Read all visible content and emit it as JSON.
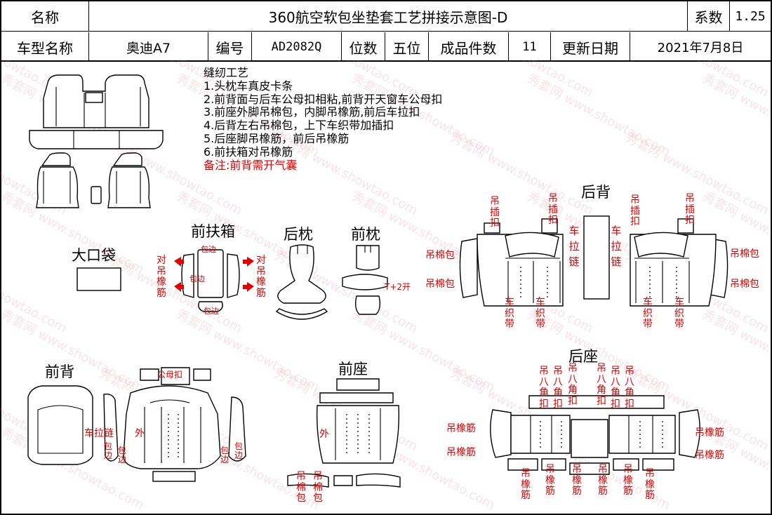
{
  "header": {
    "name_label": "名称",
    "title": "360航空软包坐垫套工艺拼接示意图-D",
    "coef_label": "系数",
    "coef_value": "1.25",
    "model_label": "车型名称",
    "model_value": "奥迪A7",
    "code_label": "编号",
    "code_value": "AD2082Q",
    "seats_label": "位数",
    "seats_value": "五位",
    "pieces_label": "成品件数",
    "pieces_value": "11",
    "date_label": "更新日期",
    "date_value": "2021年7月8日"
  },
  "notes": {
    "title": "缝纫工艺",
    "lines": [
      "1.头枕车真皮卡条",
      "2.前背面与后车公母扣相粘,前背开天窗车公母扣",
      "3.前座外脚吊棉包，内脚吊橡筋,前后车拉扣",
      "4.后背左右吊棉包，上下车织带加插扣",
      "5.后座脚吊橡筋，前后吊橡筋",
      "6.前扶箱对吊橡筋"
    ],
    "remark": "备注:前背需开气囊"
  },
  "sections": {
    "big_pocket": "大口袋",
    "front_armrest": "前扶箱",
    "rear_headrest": "后枕",
    "front_headrest": "前枕",
    "rear_back": "后背",
    "front_back": "前背",
    "front_seat": "前座",
    "rear_seat": "后座"
  },
  "annotations": {
    "armrest_left": "对吊橡筋",
    "armrest_right": "对吊橡筋",
    "armrest_edge_a": "包边",
    "armrest_edge_b": "包边",
    "armrest_edge_c": "包边",
    "headrest_open": "T+2开",
    "rb_buckle_1": "吊插扣",
    "rb_buckle_2": "吊插扣",
    "rb_buckle_3": "吊插扣",
    "rb_buckle_4": "吊插扣",
    "rb_zip_1": "车拉链",
    "rb_zip_2": "车拉链",
    "rb_cotton_l1": "吊棉包",
    "rb_cotton_l2": "吊棉包",
    "rb_cotton_r1": "吊棉包",
    "rb_cotton_r2": "吊棉包",
    "rb_belt_1": "车织带",
    "rb_belt_2": "车织带",
    "rb_belt_3": "车织带",
    "rb_belt_4": "车织带",
    "fb_zip": "车拉链",
    "fb_outer": "外",
    "fb_snap": "公母扣",
    "fb_edge_1": "包边",
    "fb_edge_2": "包边",
    "fb_edge_3": "包边",
    "fb_edge_4": "包边",
    "fs_outer": "外",
    "fs_cotton_1": "吊棉包",
    "fs_cotton_2": "吊棉包",
    "rs_hook_1": "吊八角扣",
    "rs_hook_2": "吊八角扣",
    "rs_hook_3": "吊八角扣",
    "rs_hook_4": "吊八角扣",
    "rs_hook_5": "吊八角扣",
    "rs_hook_6": "吊八角扣",
    "rs_elastic_l1": "吊橡筋",
    "rs_elastic_l2": "吊橡筋",
    "rs_elastic_r1": "吊橡筋",
    "rs_elastic_r2": "吊橡筋",
    "rs_elastic_b1": "吊橡筋",
    "rs_elastic_b2": "吊橡筋",
    "rs_elastic_b3": "吊橡筋",
    "rs_elastic_b4": "吊橡筋",
    "rs_elastic_b5": "吊橡筋",
    "rs_elastic_b6": "吊橡筋"
  },
  "watermark": {
    "brand": "秀套网",
    "url": "www.showtao.com"
  },
  "colors": {
    "annotation_red": "#e00000",
    "line_black": "#000000",
    "watermark_pink": "#dc788c"
  }
}
